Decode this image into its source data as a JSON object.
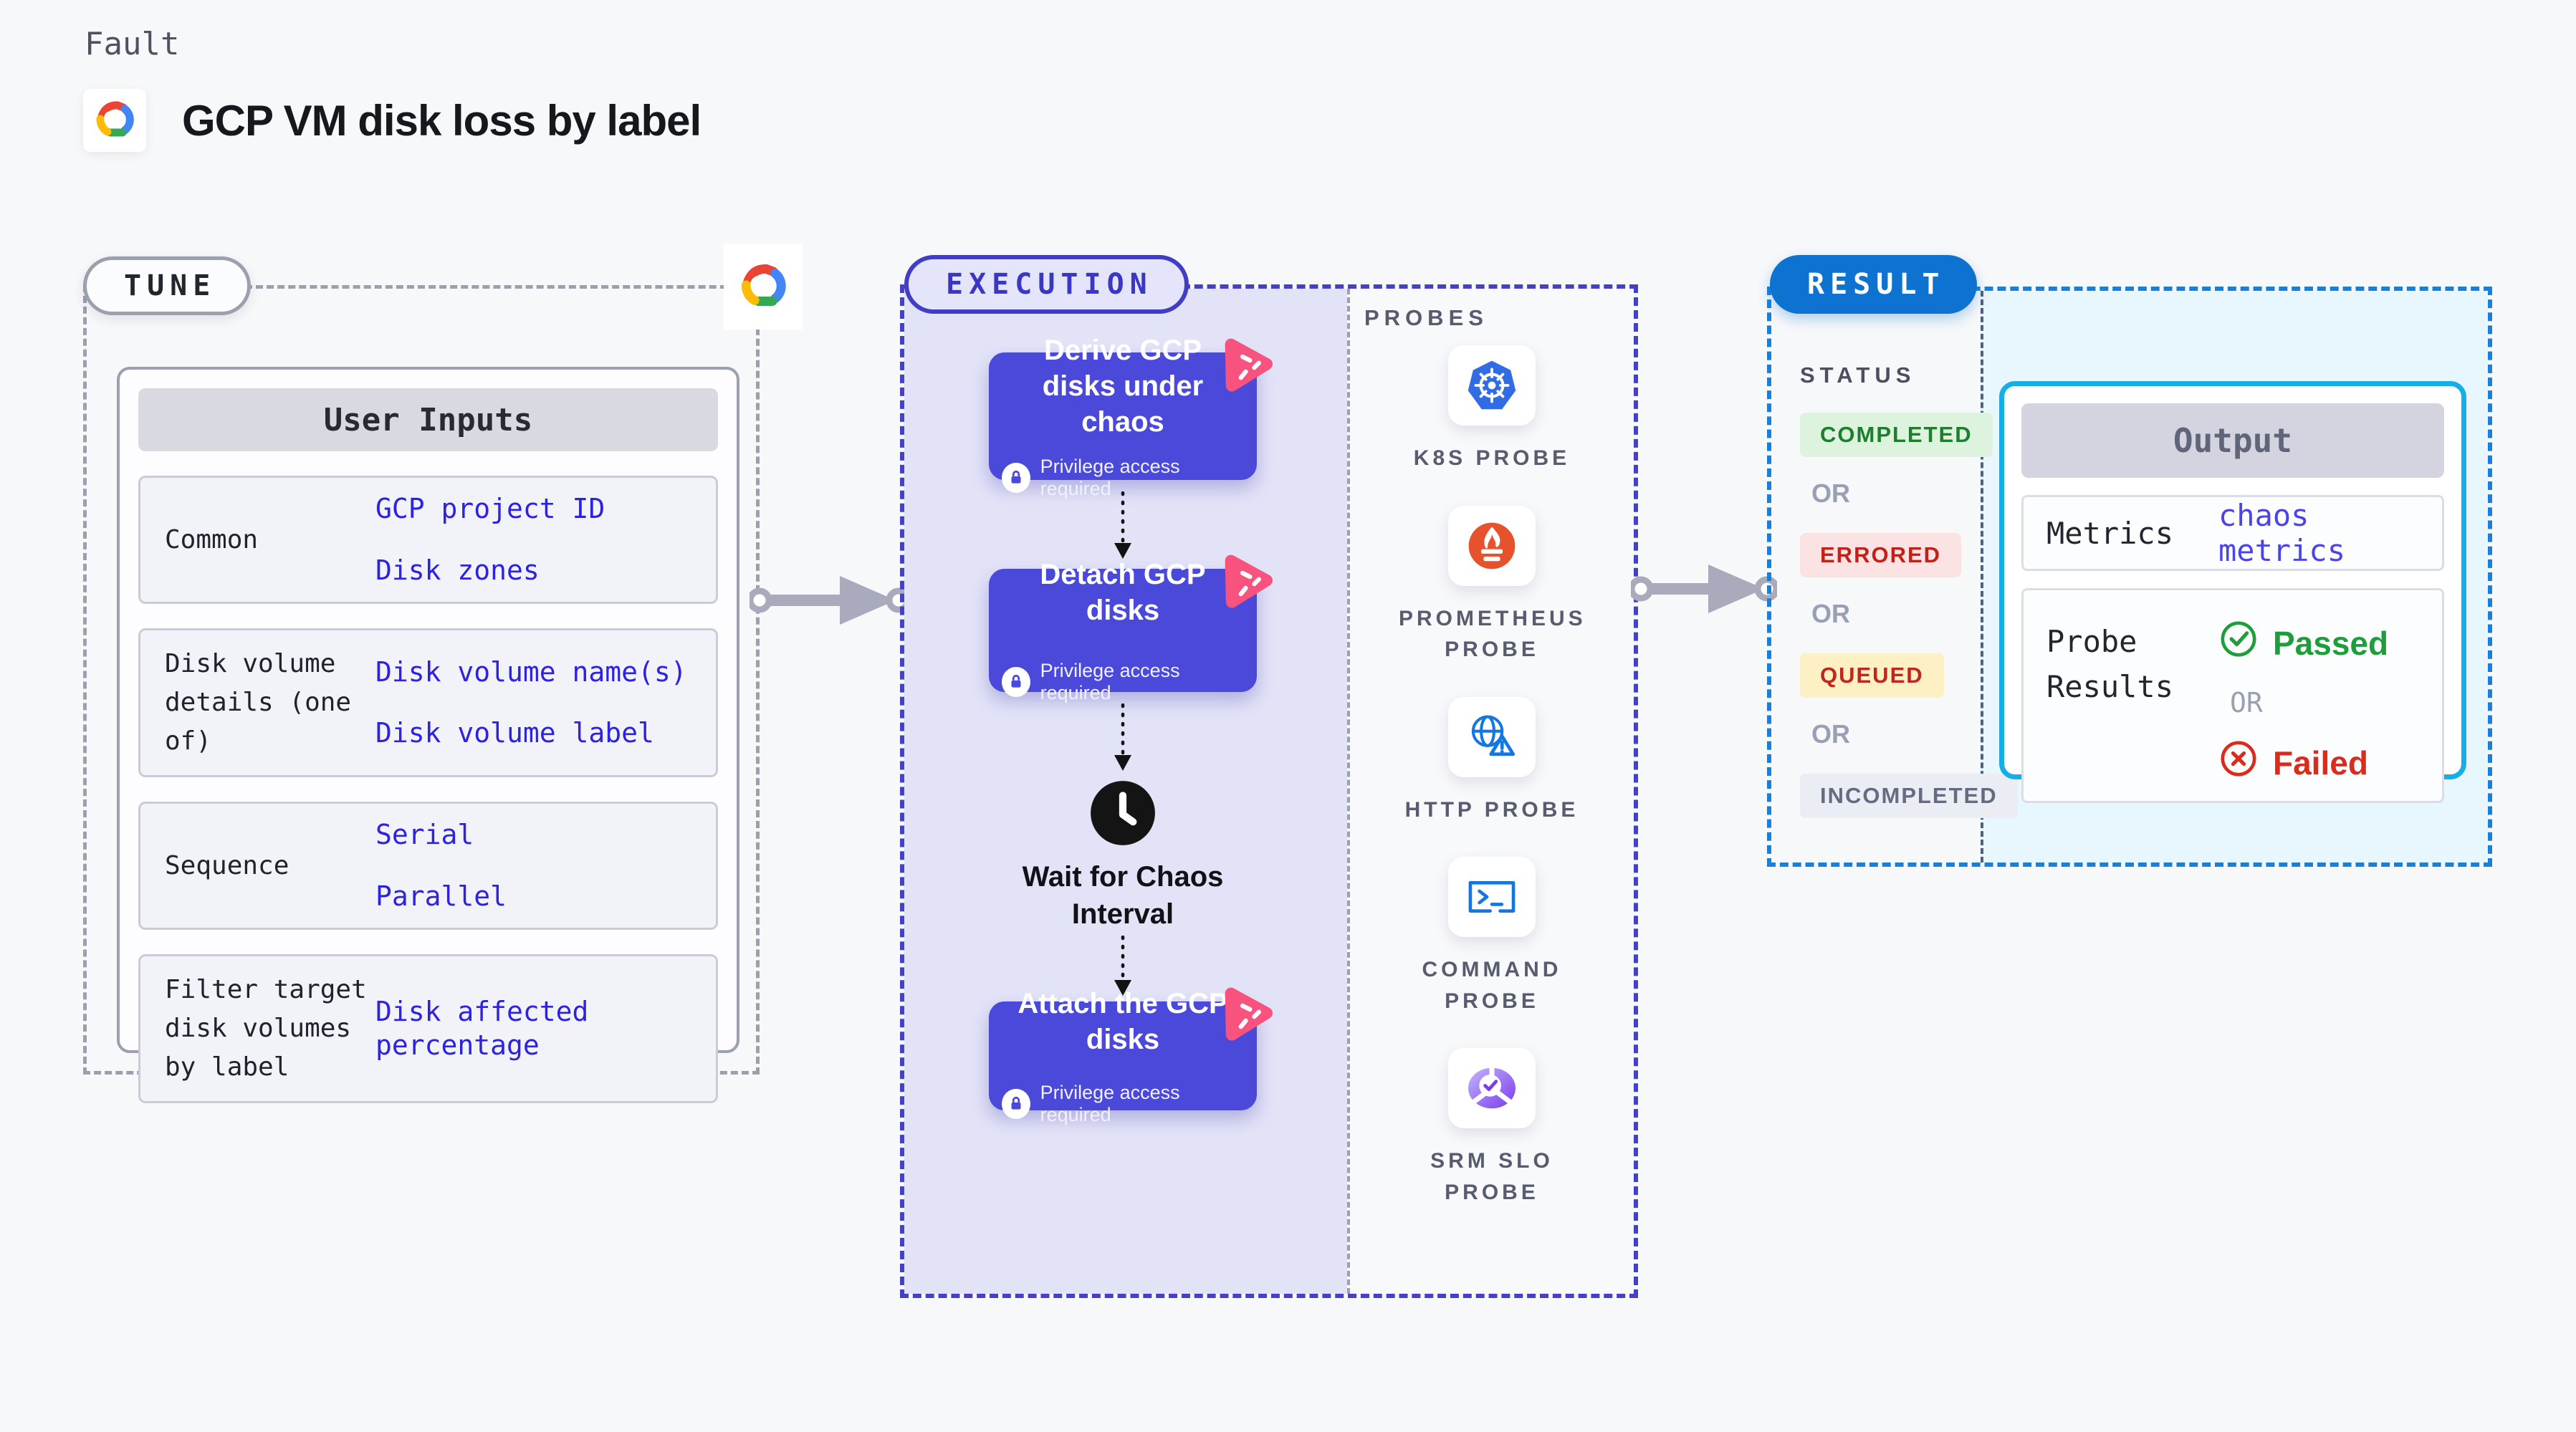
{
  "header": {
    "kicker": "Fault",
    "title": "GCP VM disk loss by label"
  },
  "tune": {
    "badge": "TUNE",
    "panel_title": "User Inputs",
    "rows": [
      {
        "label": "Common",
        "values": [
          "GCP project ID",
          "Disk zones"
        ]
      },
      {
        "label": "Disk volume details (one of)",
        "values": [
          "Disk volume name(s)",
          "Disk volume label"
        ]
      },
      {
        "label": "Sequence",
        "values": [
          "Serial",
          "Parallel"
        ]
      },
      {
        "label": "Filter target disk volumes by label",
        "values": [
          "Disk affected percentage"
        ]
      }
    ]
  },
  "execution": {
    "badge": "EXECUTION",
    "steps": [
      {
        "title": "Derive GCP disks under chaos",
        "note": "Privilege access required"
      },
      {
        "title": "Detach GCP disks",
        "note": "Privilege access required"
      },
      {
        "title": "Wait for Chaos Interval"
      },
      {
        "title": "Attach the GCP disks",
        "note": "Privilege access required"
      }
    ]
  },
  "probes": {
    "title": "PROBES",
    "items": [
      {
        "label": "K8S PROBE",
        "icon": "kubernetes-icon"
      },
      {
        "label": "PROMETHEUS PROBE",
        "icon": "prometheus-icon"
      },
      {
        "label": "HTTP PROBE",
        "icon": "http-globe-warning-icon"
      },
      {
        "label": "COMMAND PROBE",
        "icon": "terminal-icon"
      },
      {
        "label": "SRM SLO PROBE",
        "icon": "slo-gauge-check-icon"
      }
    ]
  },
  "result": {
    "badge": "RESULT",
    "status_title": "STATUS",
    "or_label": "OR",
    "statuses": [
      {
        "label": "COMPLETED",
        "kind": "completed"
      },
      {
        "label": "ERRORED",
        "kind": "errored"
      },
      {
        "label": "QUEUED",
        "kind": "queued"
      },
      {
        "label": "INCOMPLETED",
        "kind": "incompleted"
      }
    ],
    "output": {
      "title": "Output",
      "metrics_label": "Metrics",
      "metrics_value": "chaos metrics",
      "probe_results_label": "Probe Results",
      "passed_label": "Passed",
      "failed_label": "Failed"
    }
  },
  "colors": {
    "page_bg": "#F7F8FA",
    "step_purple": "#4B49D9",
    "execution_lavender": "#E3E3F8",
    "execution_border": "#4540C8",
    "tune_border": "#9AA0AC",
    "result_pill_blue": "#0E73D0",
    "result_border": "#1A7FD8",
    "output_border": "#15AEE9",
    "output_area_bg": "#E8F6FD",
    "link_blue": "#2E22E2",
    "completed_green": "#1B7F2C",
    "errored_red": "#C42017",
    "queued_red_on_yellow": "#C0261C",
    "incompleted_gray": "#666C80",
    "passed_green": "#1E9E3A",
    "failed_red": "#DA2C1D",
    "chaos_pink": "#F8537F",
    "kubernetes_blue": "#326CE5",
    "prometheus_orange": "#E6522C",
    "arrow_gray": "#A9ABBD"
  }
}
